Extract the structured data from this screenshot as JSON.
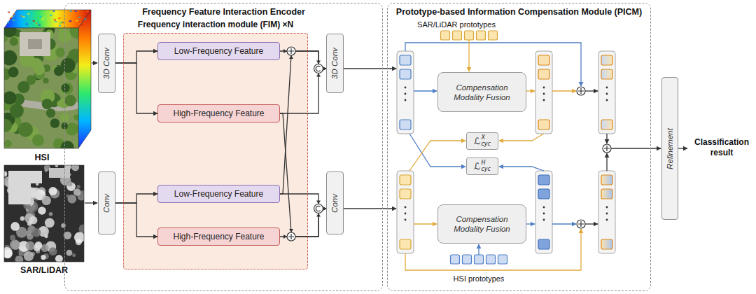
{
  "diagram": {
    "nodes": [
      {
        "text": [
          "Frequency Feature Interaction Encoder"
        ]
      },
      {
        "text": [
          "Frequency interaction module (FIM) ×N"
        ],
        "in": 0
      },
      {
        "text": [
          "3D Conv"
        ],
        "in": 0
      },
      {
        "text": [
          "Low-Frequency Feature"
        ],
        "in": 1
      },
      {
        "text": [
          "High-Frequency Feature"
        ],
        "in": 1
      },
      {
        "text": [
          "3D Conv"
        ],
        "in": 0
      },
      {
        "text": [
          "Conv"
        ],
        "in": 0
      },
      {
        "text": [
          "Low-Frequency Feature"
        ],
        "in": 1
      },
      {
        "text": [
          "High-Frequency Feature"
        ],
        "in": 1
      },
      {
        "text": [
          "Conv"
        ],
        "in": 0
      },
      {
        "text": [
          "Prototype-based Information Compensation Module (PICM)"
        ]
      },
      {
        "text": [
          "Compensation Modality Fusion"
        ],
        "in": 10
      },
      {
        "text": [
          "ℒ",
          "X",
          "cyc"
        ],
        "in": 10
      },
      {
        "text": [
          "ℒ",
          "H",
          "cyc"
        ],
        "in": 10
      },
      {
        "text": [
          "Compensation Modality Fusion"
        ],
        "in": 10
      },
      {
        "text": [
          "Refinement"
        ]
      }
    ],
    "edges": [
      {
        "from": 2,
        "to": 3,
        "arrow": "to"
      },
      {
        "from": 2,
        "to": 4,
        "arrow": "to"
      },
      {
        "from": 3,
        "to": 5,
        "arrow": "to"
      },
      {
        "from": 7,
        "to": 5,
        "arrow": "to"
      },
      {
        "from": 4,
        "to": 5,
        "arrow": "to"
      },
      {
        "from": 4,
        "to": 9,
        "arrow": "to"
      },
      {
        "from": 6,
        "to": 7,
        "arrow": "to"
      },
      {
        "from": 6,
        "to": 8,
        "arrow": "to"
      },
      {
        "from": 7,
        "to": 9,
        "arrow": "to"
      },
      {
        "from": 8,
        "to": 9,
        "arrow": "to"
      }
    ],
    "labels": [
      "HSI",
      "SAR/LiDAR",
      "SAR/LiDAR prototypes",
      "HSI prototypes",
      "Classification result"
    ]
  }
}
